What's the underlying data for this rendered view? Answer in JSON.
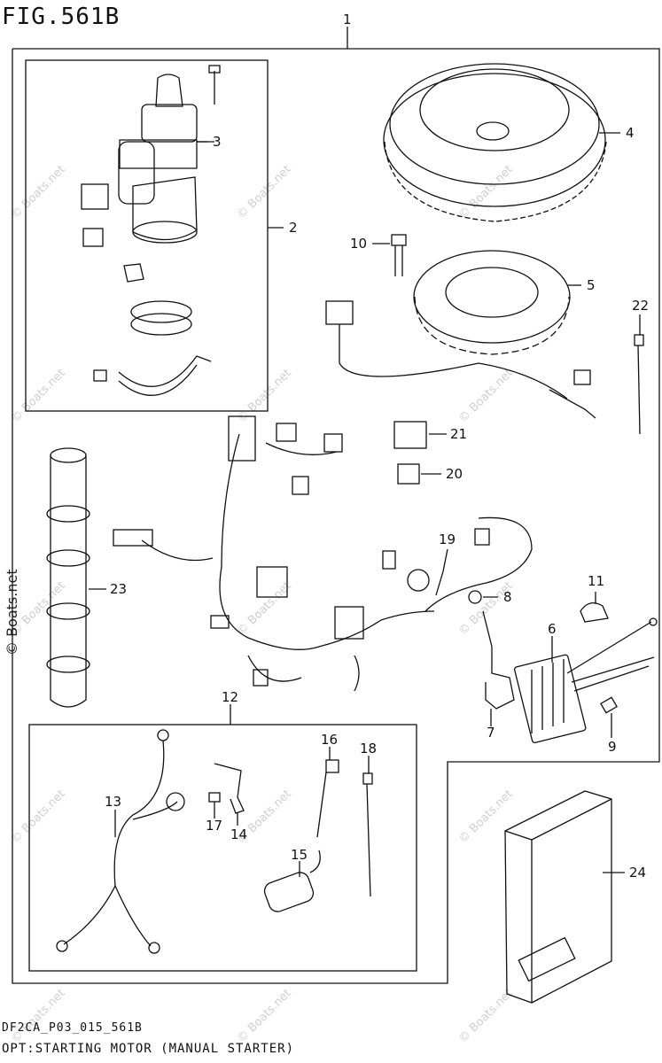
{
  "figure": {
    "title": "FIG.561B",
    "code": "DF2CA_P03_015_561B",
    "caption": "OPT:STARTING MOTOR (MANUAL STARTER)"
  },
  "watermark": {
    "text": "© Boats.net",
    "side_text": "© Boats.net"
  },
  "callouts": {
    "c1": "1",
    "c2": "2",
    "c3": "3",
    "c4": "4",
    "c5": "5",
    "c6": "6",
    "c7": "7",
    "c8": "8",
    "c9": "9",
    "c10": "10",
    "c11": "11",
    "c12": "12",
    "c13": "13",
    "c14": "14",
    "c15": "15",
    "c16": "16",
    "c17": "17",
    "c18": "18",
    "c19": "19",
    "c20": "20",
    "c21": "21",
    "c22": "22",
    "c23": "23",
    "c24": "24"
  },
  "colors": {
    "line": "#111111",
    "watermark": "#d0d0d0",
    "background": "#ffffff"
  }
}
